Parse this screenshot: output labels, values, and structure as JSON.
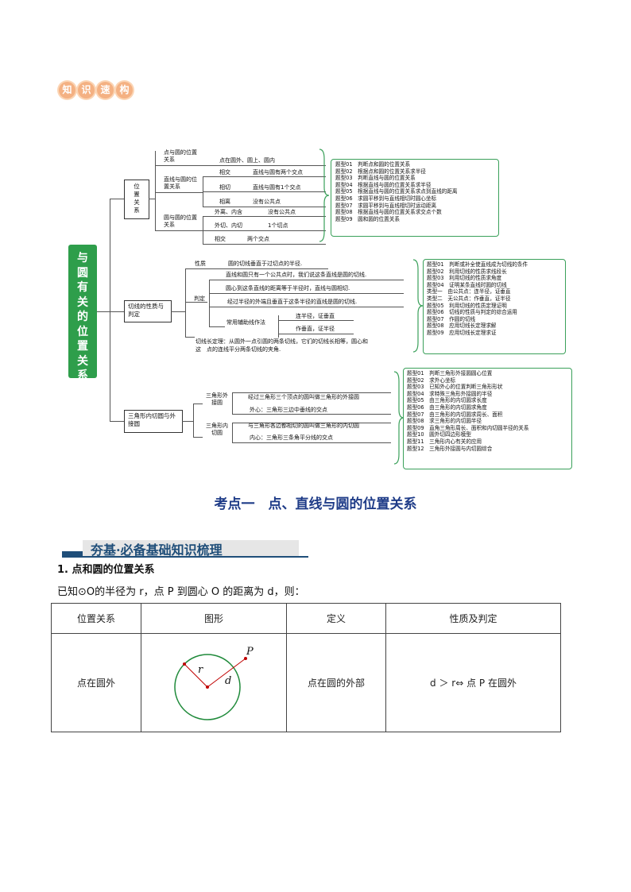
{
  "badge": {
    "chars": [
      "知",
      "识",
      "速",
      "构"
    ]
  },
  "mindmap": {
    "root": "与圆有关的位置关系",
    "branch1": {
      "title": "位置关系",
      "point_circle": {
        "label": "点与圆的位置关系",
        "item": "点在圆外、圆上、圆内"
      },
      "line_circle": {
        "label": "直线与圆的位置关系",
        "items": [
          {
            "k": "相交",
            "v": "直线与圆有两个交点"
          },
          {
            "k": "相切",
            "v": "直线与圆有1个交点"
          },
          {
            "k": "相离",
            "v": "没有公共点"
          }
        ]
      },
      "circle_circle": {
        "label": "圆与圆的位置关系",
        "items": [
          {
            "k": "外离、内含",
            "v": "没有公共点"
          },
          {
            "k": "外切、内切",
            "v": "1个切点"
          },
          {
            "k": "相交",
            "v": "两个交点"
          }
        ]
      },
      "types": [
        "题型01　判断点和圆的位置关系",
        "题型02　根据点和圆的位置关系求半径",
        "题型03　判断直线与圆的位置关系",
        "题型04　根据直线与圆的位置关系求半径",
        "题型05　根据直线与圆的位置关系求点到直线的距离",
        "题型06　求圆平移到与直线相切时圆心坐标",
        "题型07　求圆平移到与直线相切时运动距离",
        "题型08　根据直线与圆的位置关系求交点个数",
        "题型09　圆和圆的位置关系"
      ]
    },
    "branch2": {
      "title": "切线的性质与判定",
      "property": {
        "label": "性质",
        "text": "圆的切线垂直于过切点的半径."
      },
      "judge": {
        "label": "判定",
        "items": [
          "直线和圆只有一个公共点时，我们说这条直线是圆的切线.",
          "圆心到这条直线的距离等于半径时，直线与圆相切.",
          "经过半径的外端且垂直于这条半径的直线是圆的切线."
        ]
      },
      "aux": {
        "label": "常用辅助线作法",
        "items": [
          "连半径，证垂直",
          "作垂直，证半径"
        ]
      },
      "tangent_length": [
        "切线长定理：从圆外一点引圆的两条切线，它们的切线长相等，圆心和",
        "这　点的连线平分两条切线的夹角."
      ],
      "types": [
        "题型01　判断或补全使直线成为切线的条件",
        "题型02　利用切线的性质求线段长",
        "题型03　利用切线的性质求角度",
        "题型04　证明某条直线时圆的切线",
        "类型一　由公共点：连半径，证垂直",
        "类型二　无公共点：作垂直，证半径",
        "题型05　利用切线的性质定理证明",
        "题型06　切线的性质与判定的综合运用",
        "题型07　作圆的切线",
        "题型08　应用切线长定理求解",
        "题型09　应用切线长定理求证"
      ]
    },
    "branch3": {
      "title": "三角形内切圆与外接圆",
      "circum": {
        "label": "三角形外接圆",
        "items": [
          "经过三角形三个顶点的圆叫做三角形的外接圆",
          "外心：三角形三边中垂线的交点"
        ]
      },
      "incircle": {
        "label": "三角形内切圆",
        "items": [
          "与三角形各边都相切的圆叫做三角形的内切圆",
          "内心：三角形三条角平分线的交点"
        ]
      },
      "types": [
        "题型01　判断三角形外接圆圆心位置",
        "题型02　求外心坐标",
        "题型03　已知外心的位置判断三角形形状",
        "题型04　求特殊三角形外接圆的半径",
        "题型05　由三角形的内切圆求长度",
        "题型06　由三角形的内切圆求角度",
        "题型07　由三角形的内切圆求周长、面积",
        "题型08　求三角形的内切圆半径",
        "题型09　直角三角形周长、面积和内切圆半径的关系",
        "题型10　圆外切四边形模型",
        "题型11　三角形内心有关的应用",
        "题型12　三角形外接圆与内切圆综合"
      ]
    }
  },
  "section_title": "考点一　点、直线与圆的位置关系",
  "banner": "夯基·必备基础知识梳理",
  "subhead": "1. 点和圆的位置关系",
  "intro": "已知⊙O的半径为 r，点 P 到圆心 O 的距离为 d，则：",
  "table": {
    "headers": [
      "位置关系",
      "图形",
      "定义",
      "性质及判定"
    ],
    "row": {
      "relation": "点在圆外",
      "definition": "点在圆的外部",
      "property": "d ＞ r⇔ 点 P 在圆外"
    },
    "figure": {
      "r": "r",
      "d": "d",
      "P": "P"
    }
  },
  "colors": {
    "green": "#2e9e4b",
    "badge": "#f4b183",
    "title_blue": "#1f3c88",
    "banner_blue": "#1f4e79",
    "circle_green": "#1f8a3a",
    "red": "#c00000"
  }
}
